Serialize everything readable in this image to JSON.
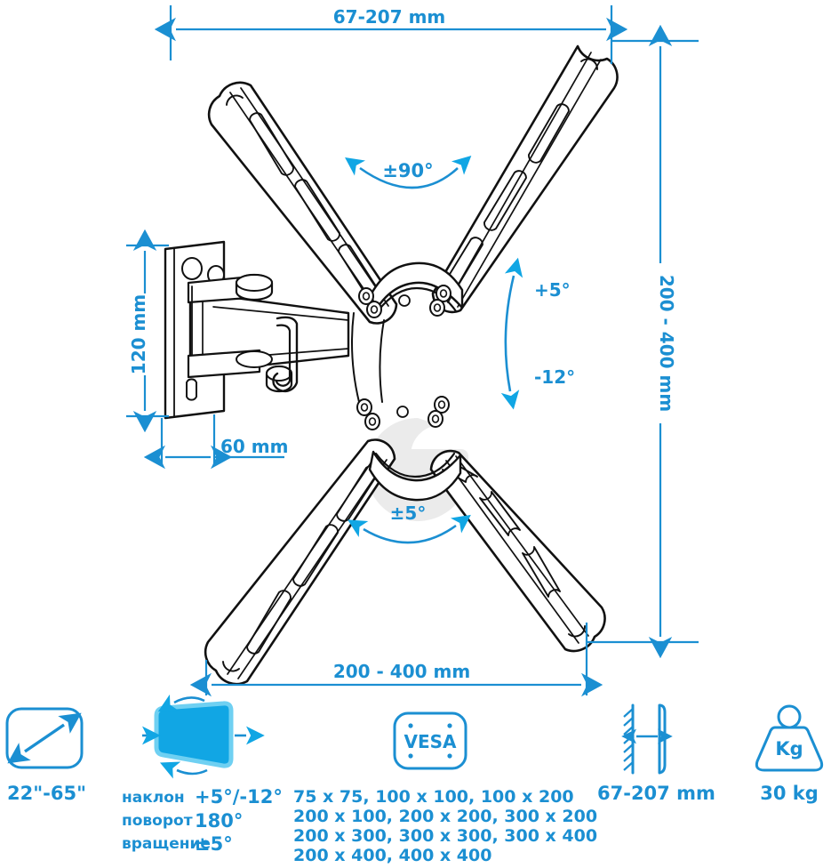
{
  "meta": {
    "accent_color": "#1b8fd2",
    "accent_color_light": "#11a6e4",
    "line_color": "#111111",
    "background": "#ffffff"
  },
  "diagram": {
    "title": "TV wall mount technical drawing with dimensions",
    "dimensions": {
      "depth_top": "67-207 mm",
      "plate_height": "120 mm",
      "plate_width": "60 mm",
      "bracket_height": "200 - 400 mm",
      "bracket_width": "200 - 400 mm"
    },
    "angles": {
      "swivel": "±90°",
      "tilt_up": "+5°",
      "tilt_down": "-12°",
      "rotation": "±5°"
    }
  },
  "specs": {
    "screen_size": {
      "icon": "screen-diagonal-icon",
      "value": "22\"-65\""
    },
    "motion": {
      "icon": "tv-panel-motion-icon",
      "rows": [
        {
          "label": "наклон",
          "value": "+5°/-12°"
        },
        {
          "label": "поворот",
          "value": "180°"
        },
        {
          "label": "вращение",
          "value": "±5°"
        }
      ]
    },
    "vesa": {
      "icon": "vesa-icon",
      "icon_label": "VESA",
      "lines": [
        "75 x 75, 100 x 100, 100 x 200",
        "200 x 100, 200 x 200, 300 x 200",
        "200 x 300, 300 x 300, 300 x 400",
        "200 x 400, 400 x 400"
      ]
    },
    "wall_distance": {
      "icon": "wall-distance-icon",
      "value": "67-207 mm"
    },
    "weight": {
      "icon": "weight-icon",
      "icon_label": "Kg",
      "value": "30 kg"
    }
  }
}
